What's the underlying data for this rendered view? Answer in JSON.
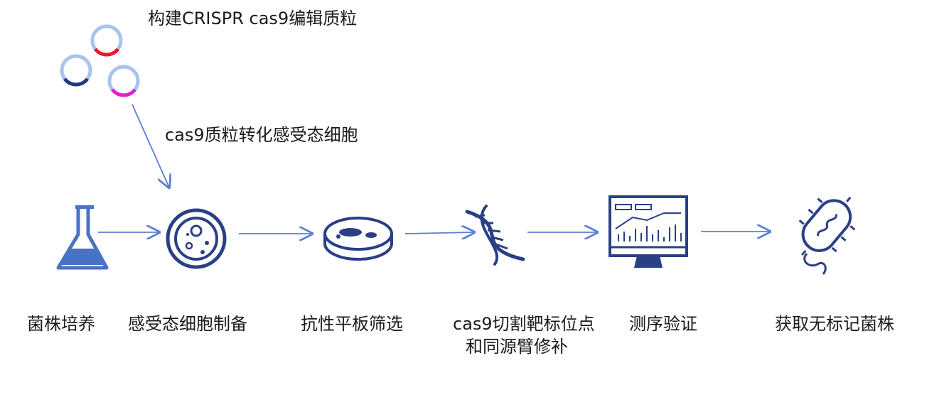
{
  "notes": {
    "plasmid_construction": "构建CRISPR cas9编辑质粒",
    "transformation": "cas9质粒转化感受态细胞"
  },
  "steps": [
    {
      "label": "菌株培养"
    },
    {
      "label": "感受态细胞制备"
    },
    {
      "label": "抗性平板筛选"
    },
    {
      "label": "cas9切割靶标位点",
      "label2": "和同源臂修补"
    },
    {
      "label": "测序验证"
    },
    {
      "label": "获取无标记菌株"
    }
  ],
  "colors": {
    "primary": "#4a72c4",
    "arrow": "#5b7fd0",
    "dark_blue": "#2a3f86",
    "plasmid_ring": "#a9c3ec",
    "plasmid_red": "#e8192c",
    "plasmid_navy": "#1f3a7a",
    "plasmid_magenta": "#e020c8",
    "text": "#1a1a1a"
  },
  "icons": [
    "plasmid-icon",
    "flask-icon",
    "cell-icon",
    "petri-dish-icon",
    "dna-icon",
    "monitor-chart-icon",
    "bacterium-icon"
  ]
}
